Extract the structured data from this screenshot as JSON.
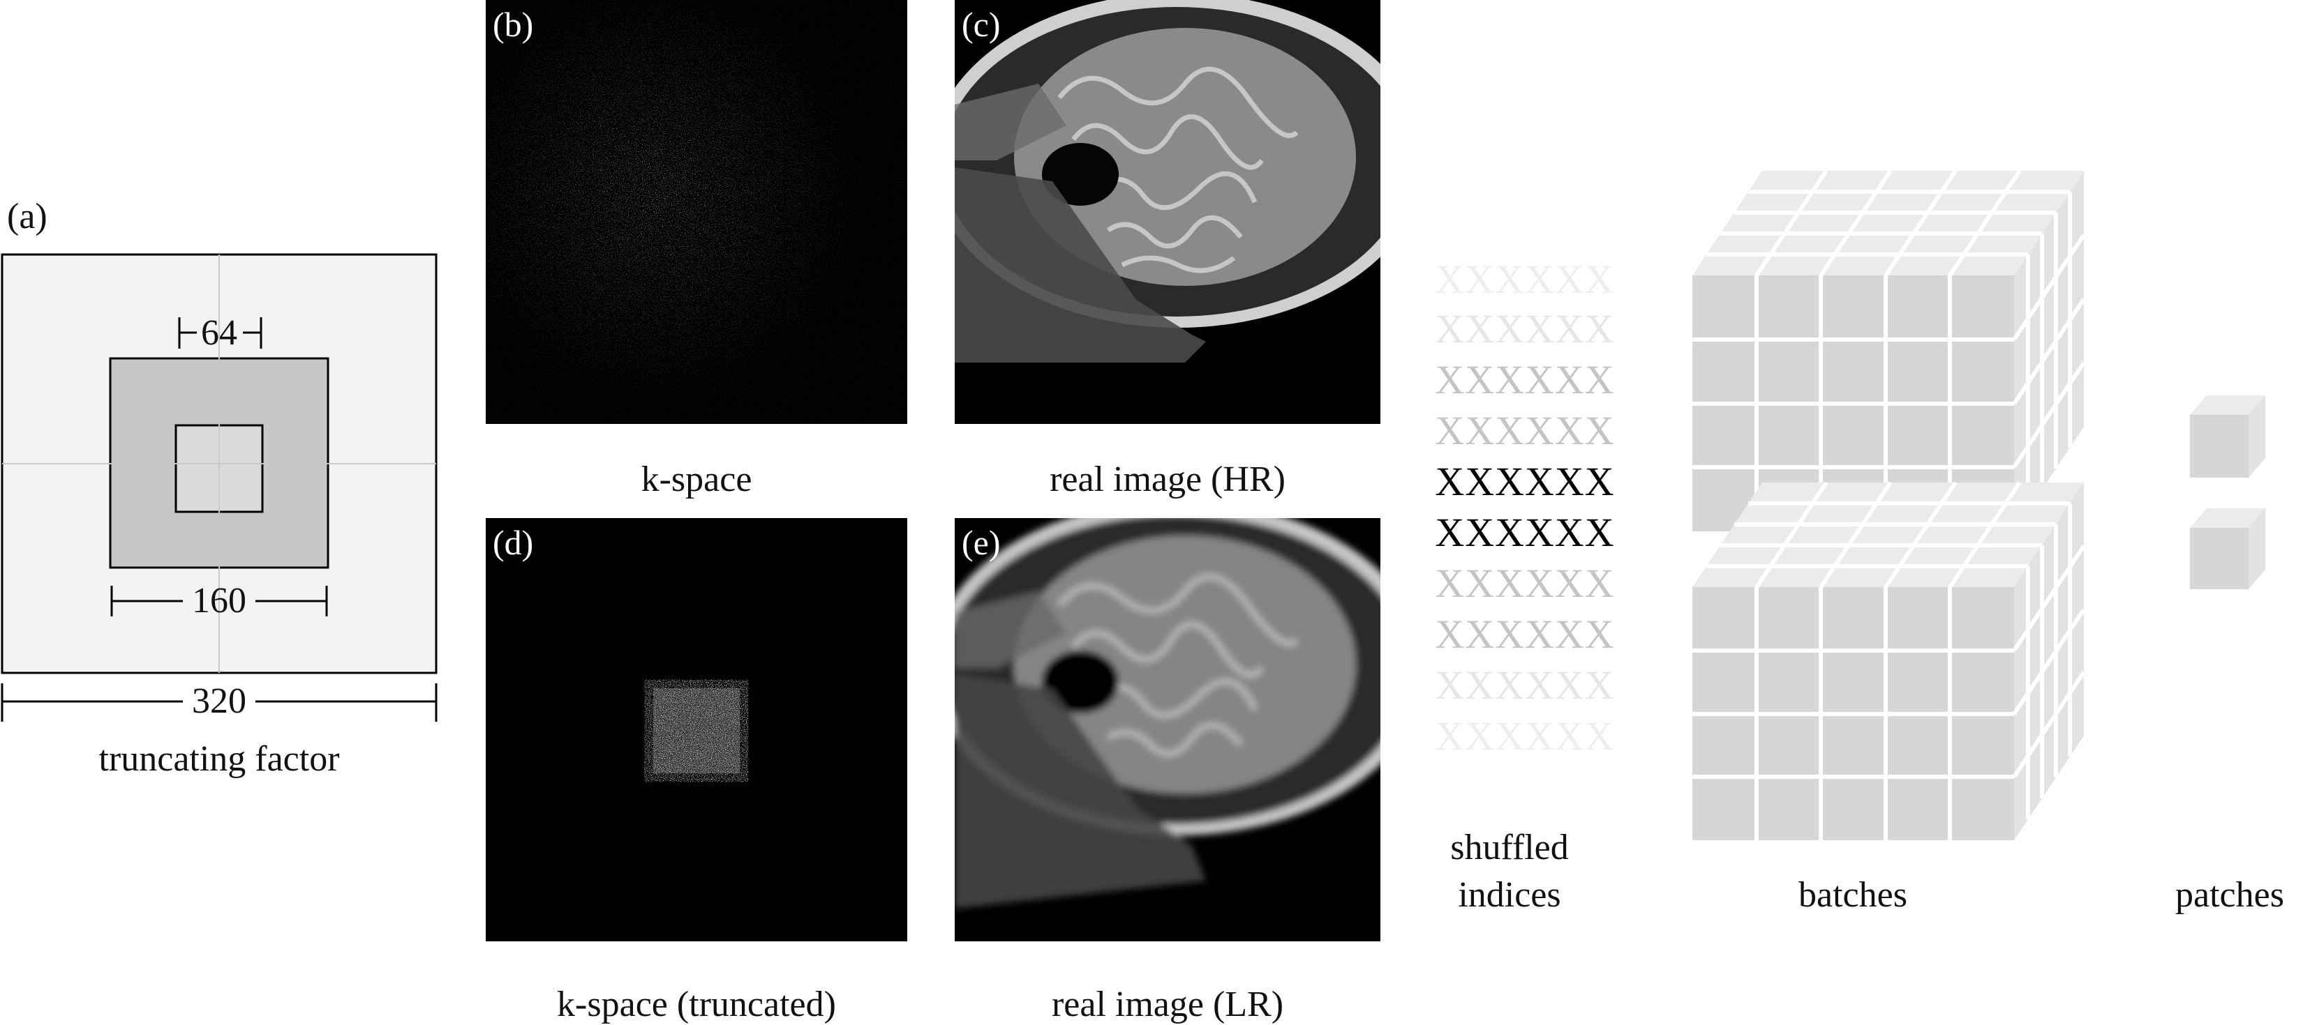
{
  "panel_a": {
    "label": "(a)",
    "inner_dim": "64",
    "mid_dim": "160",
    "outer_dim": "320",
    "caption": "truncating factor"
  },
  "panel_b": {
    "label": "(b)",
    "caption": "k-space"
  },
  "panel_c": {
    "label": "(c)",
    "caption": "real image (HR)"
  },
  "panel_d": {
    "label": "(d)",
    "caption": "k-space (truncated)"
  },
  "panel_e": {
    "label": "(e)",
    "caption": "real image (LR)"
  },
  "shuffled": {
    "caption_line1": "shuffled",
    "caption_line2": "indices",
    "rows": [
      {
        "text": "XXXXXX",
        "color": "#eeeeee"
      },
      {
        "text": "XXXXXX",
        "color": "#e6e6e6"
      },
      {
        "text": "XXXXXX",
        "color": "#c4c4c4"
      },
      {
        "text": "XXXXXX",
        "color": "#c4c4c4"
      },
      {
        "text": "XXXXXX",
        "color": "#000000"
      },
      {
        "text": "XXXXXX",
        "color": "#000000"
      },
      {
        "text": "XXXXXX",
        "color": "#c4c4c4"
      },
      {
        "text": "XXXXXX",
        "color": "#c4c4c4"
      },
      {
        "text": "XXXXXX",
        "color": "#e6e6e6"
      },
      {
        "text": "XXXXXX",
        "color": "#eeeeee"
      }
    ]
  },
  "batches": {
    "caption": "batches"
  },
  "patches": {
    "caption": "patches"
  },
  "colors": {
    "cube_face": "#d6d6d6",
    "cube_top": "#ebebeb",
    "cube_side": "#e2e2e2",
    "grid_line": "#ffffff"
  }
}
